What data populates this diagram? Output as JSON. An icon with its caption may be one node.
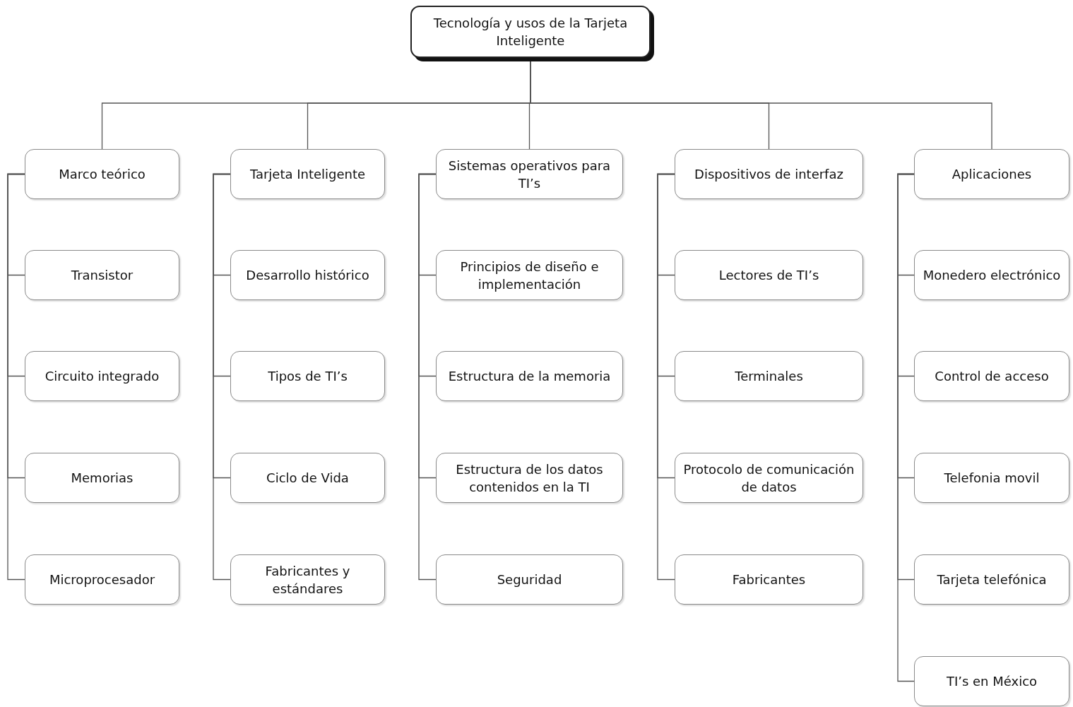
{
  "diagram": {
    "nodes": [
      {
        "text": [
          "Tecnología y usos de la Tarjeta Inteligente"
        ]
      },
      {
        "text": [
          "Marco teórico"
        ]
      },
      {
        "text": [
          "Transistor"
        ]
      },
      {
        "text": [
          "Circuito integrado"
        ]
      },
      {
        "text": [
          "Memorias"
        ]
      },
      {
        "text": [
          "Microprocesador"
        ]
      },
      {
        "text": [
          "Tarjeta Inteligente"
        ]
      },
      {
        "text": [
          "Desarrollo histórico"
        ]
      },
      {
        "text": [
          "Tipos de TI’s"
        ]
      },
      {
        "text": [
          "Ciclo de Vida"
        ]
      },
      {
        "text": [
          "Fabricantes y estándares"
        ]
      },
      {
        "text": [
          "Sistemas operativos para TI’s"
        ]
      },
      {
        "text": [
          "Principios de diseño e implementación"
        ]
      },
      {
        "text": [
          "Estructura de la memoria"
        ]
      },
      {
        "text": [
          "Estructura de los datos contenidos en la TI"
        ]
      },
      {
        "text": [
          "Seguridad"
        ]
      },
      {
        "text": [
          "Dispositivos de interfaz"
        ]
      },
      {
        "text": [
          "Lectores de TI’s"
        ]
      },
      {
        "text": [
          "Terminales"
        ]
      },
      {
        "text": [
          "Protocolo de comunicación de datos"
        ]
      },
      {
        "text": [
          "Fabricantes"
        ]
      },
      {
        "text": [
          "Aplicaciones"
        ]
      },
      {
        "text": [
          "Monedero electrónico"
        ]
      },
      {
        "text": [
          "Control de acceso"
        ]
      },
      {
        "text": [
          "Telefonia movil"
        ]
      },
      {
        "text": [
          "Tarjeta telefónica"
        ]
      },
      {
        "text": [
          "TI’s en México"
        ]
      }
    ],
    "edges": [
      {
        "from": 0,
        "to": 1,
        "arrow": "none"
      },
      {
        "from": 0,
        "to": 6,
        "arrow": "none"
      },
      {
        "from": 0,
        "to": 11,
        "arrow": "none"
      },
      {
        "from": 0,
        "to": 16,
        "arrow": "none"
      },
      {
        "from": 0,
        "to": 21,
        "arrow": "none"
      },
      {
        "from": 1,
        "to": 2,
        "arrow": "none"
      },
      {
        "from": 1,
        "to": 3,
        "arrow": "none"
      },
      {
        "from": 1,
        "to": 4,
        "arrow": "none"
      },
      {
        "from": 1,
        "to": 5,
        "arrow": "none"
      },
      {
        "from": 6,
        "to": 7,
        "arrow": "none"
      },
      {
        "from": 6,
        "to": 8,
        "arrow": "none"
      },
      {
        "from": 6,
        "to": 9,
        "arrow": "none"
      },
      {
        "from": 6,
        "to": 10,
        "arrow": "none"
      },
      {
        "from": 11,
        "to": 12,
        "arrow": "none"
      },
      {
        "from": 11,
        "to": 13,
        "arrow": "none"
      },
      {
        "from": 11,
        "to": 14,
        "arrow": "none"
      },
      {
        "from": 11,
        "to": 15,
        "arrow": "none"
      },
      {
        "from": 16,
        "to": 17,
        "arrow": "none"
      },
      {
        "from": 16,
        "to": 18,
        "arrow": "none"
      },
      {
        "from": 16,
        "to": 19,
        "arrow": "none"
      },
      {
        "from": 16,
        "to": 20,
        "arrow": "none"
      },
      {
        "from": 21,
        "to": 22,
        "arrow": "none"
      },
      {
        "from": 21,
        "to": 23,
        "arrow": "none"
      },
      {
        "from": 21,
        "to": 24,
        "arrow": "none"
      },
      {
        "from": 21,
        "to": 25,
        "arrow": "none"
      },
      {
        "from": 21,
        "to": 26,
        "arrow": "none"
      }
    ]
  }
}
